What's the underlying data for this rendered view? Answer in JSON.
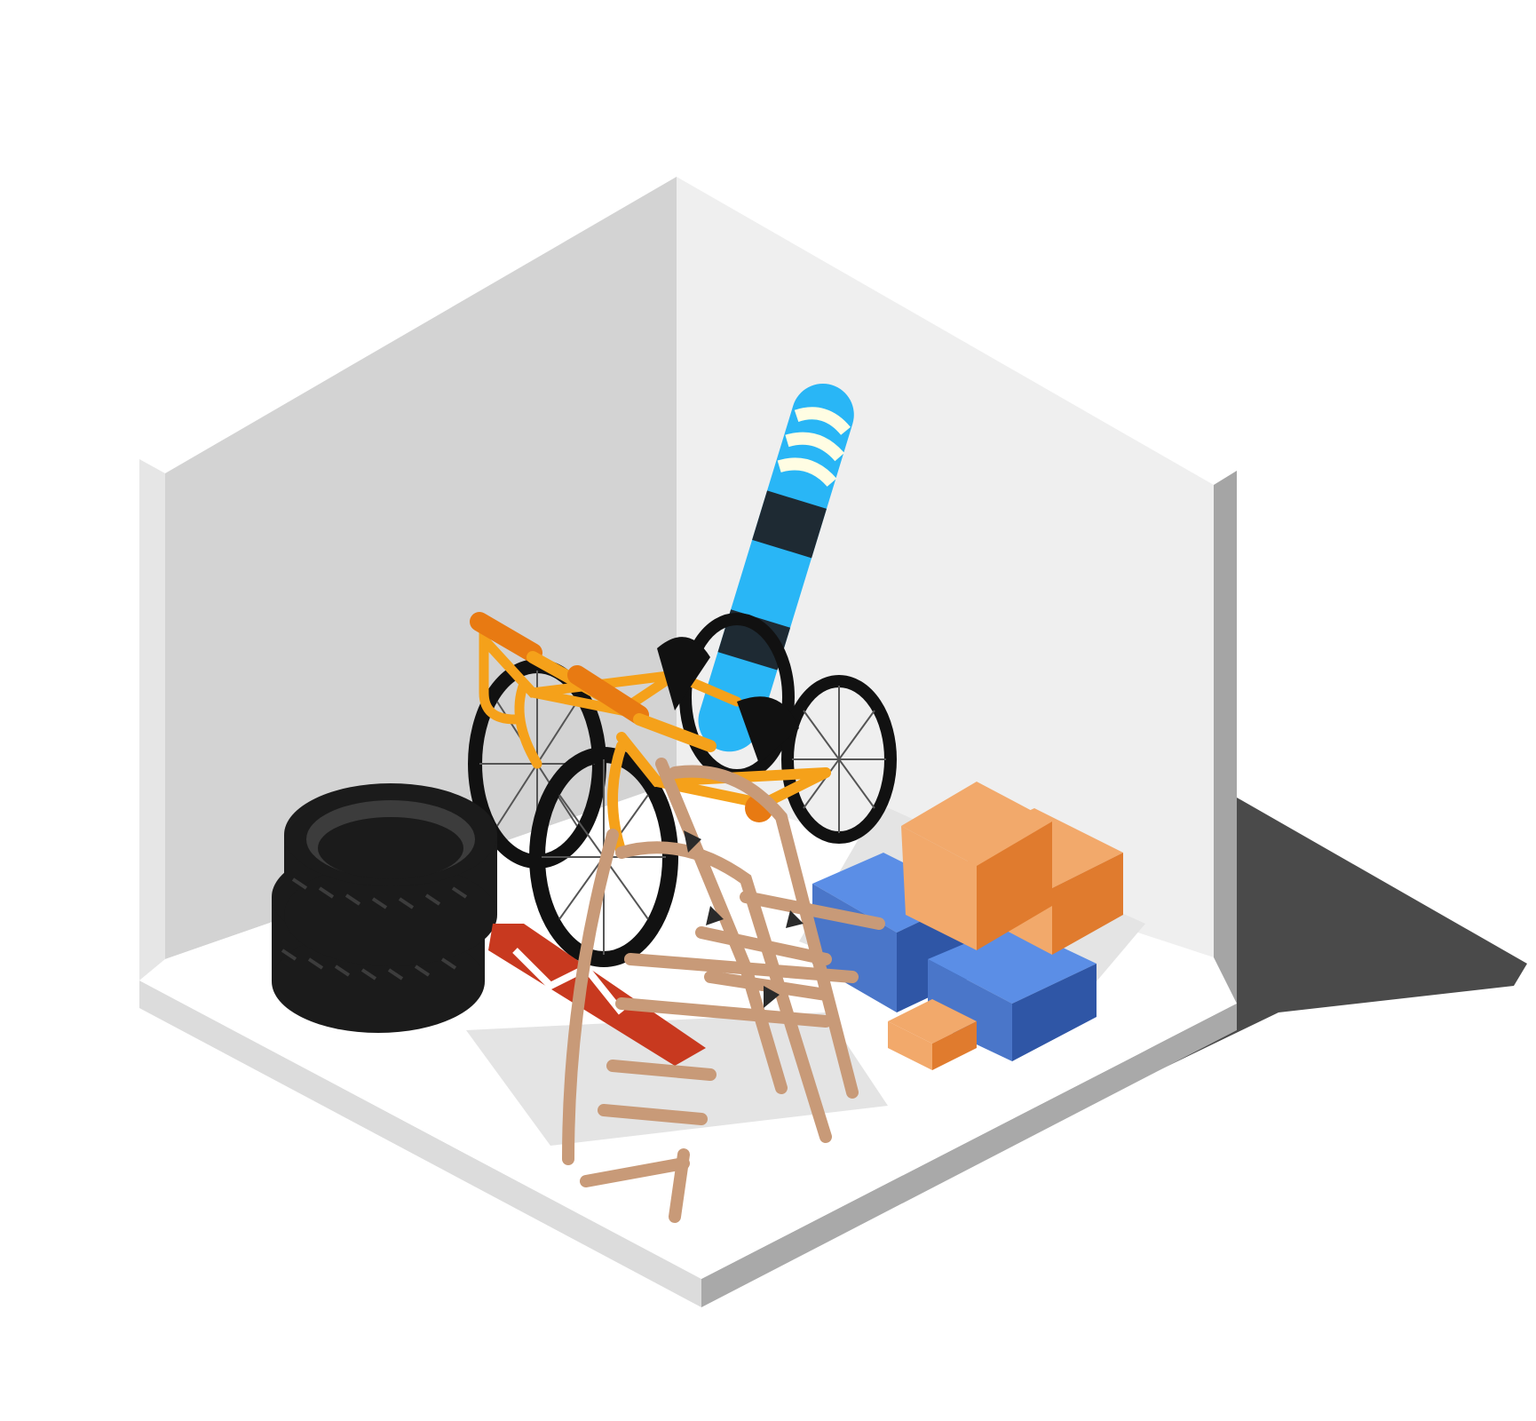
{
  "scene": {
    "colors": {
      "background": "#ffffff",
      "wall_left": "#d3d3d3",
      "wall_right": "#efefef",
      "wall_rim_light": "#e6e6e6",
      "wall_rim_dark": "#a5a5a5",
      "floor": "#ffffff",
      "floor_front": "#dcdcdc",
      "floor_side": "#a9a9a9",
      "cast_shadow": "#4a4a4a",
      "item_shadow": "#e4e4e4",
      "tire": "#1b1b1b",
      "tire_tread": "#3c3c3c",
      "bike_frame": "#f5a11a",
      "bike_frame_dark": "#d8860e",
      "bike_grip": "#e87a12",
      "wheel": "#111111",
      "spoke": "#555555",
      "snowboard_blue": "#29b6f6",
      "snowboard_stripe": "#fffde3",
      "snowboard_dark": "#1e2a33",
      "box_orange": "#f2a96b",
      "box_orange_dark": "#e07b2e",
      "box_blue": "#4a76c9",
      "box_blue_dark": "#2f56a6",
      "box_blue_light": "#5b8ee6",
      "chair_wood": "#c89a78",
      "chair_wood_dark": "#a87a58",
      "chair_hinge": "#2a2a2a",
      "sled_red": "#c8391f",
      "sled_white": "#ffffff"
    },
    "objects": [
      {
        "name": "storage-unit",
        "icon": "isometric-room"
      },
      {
        "name": "tire-stack",
        "icon": "tire-icon",
        "count": 2
      },
      {
        "name": "bicycle",
        "icon": "bicycle-icon",
        "count": 2
      },
      {
        "name": "snowboard",
        "icon": "snowboard-icon"
      },
      {
        "name": "folding-chair",
        "icon": "chair-icon",
        "count": 2
      },
      {
        "name": "cardboard-box",
        "icon": "box-icon",
        "count": 3
      },
      {
        "name": "blue-box",
        "icon": "box-icon",
        "count": 2
      },
      {
        "name": "sled",
        "icon": "sled-icon"
      }
    ]
  }
}
